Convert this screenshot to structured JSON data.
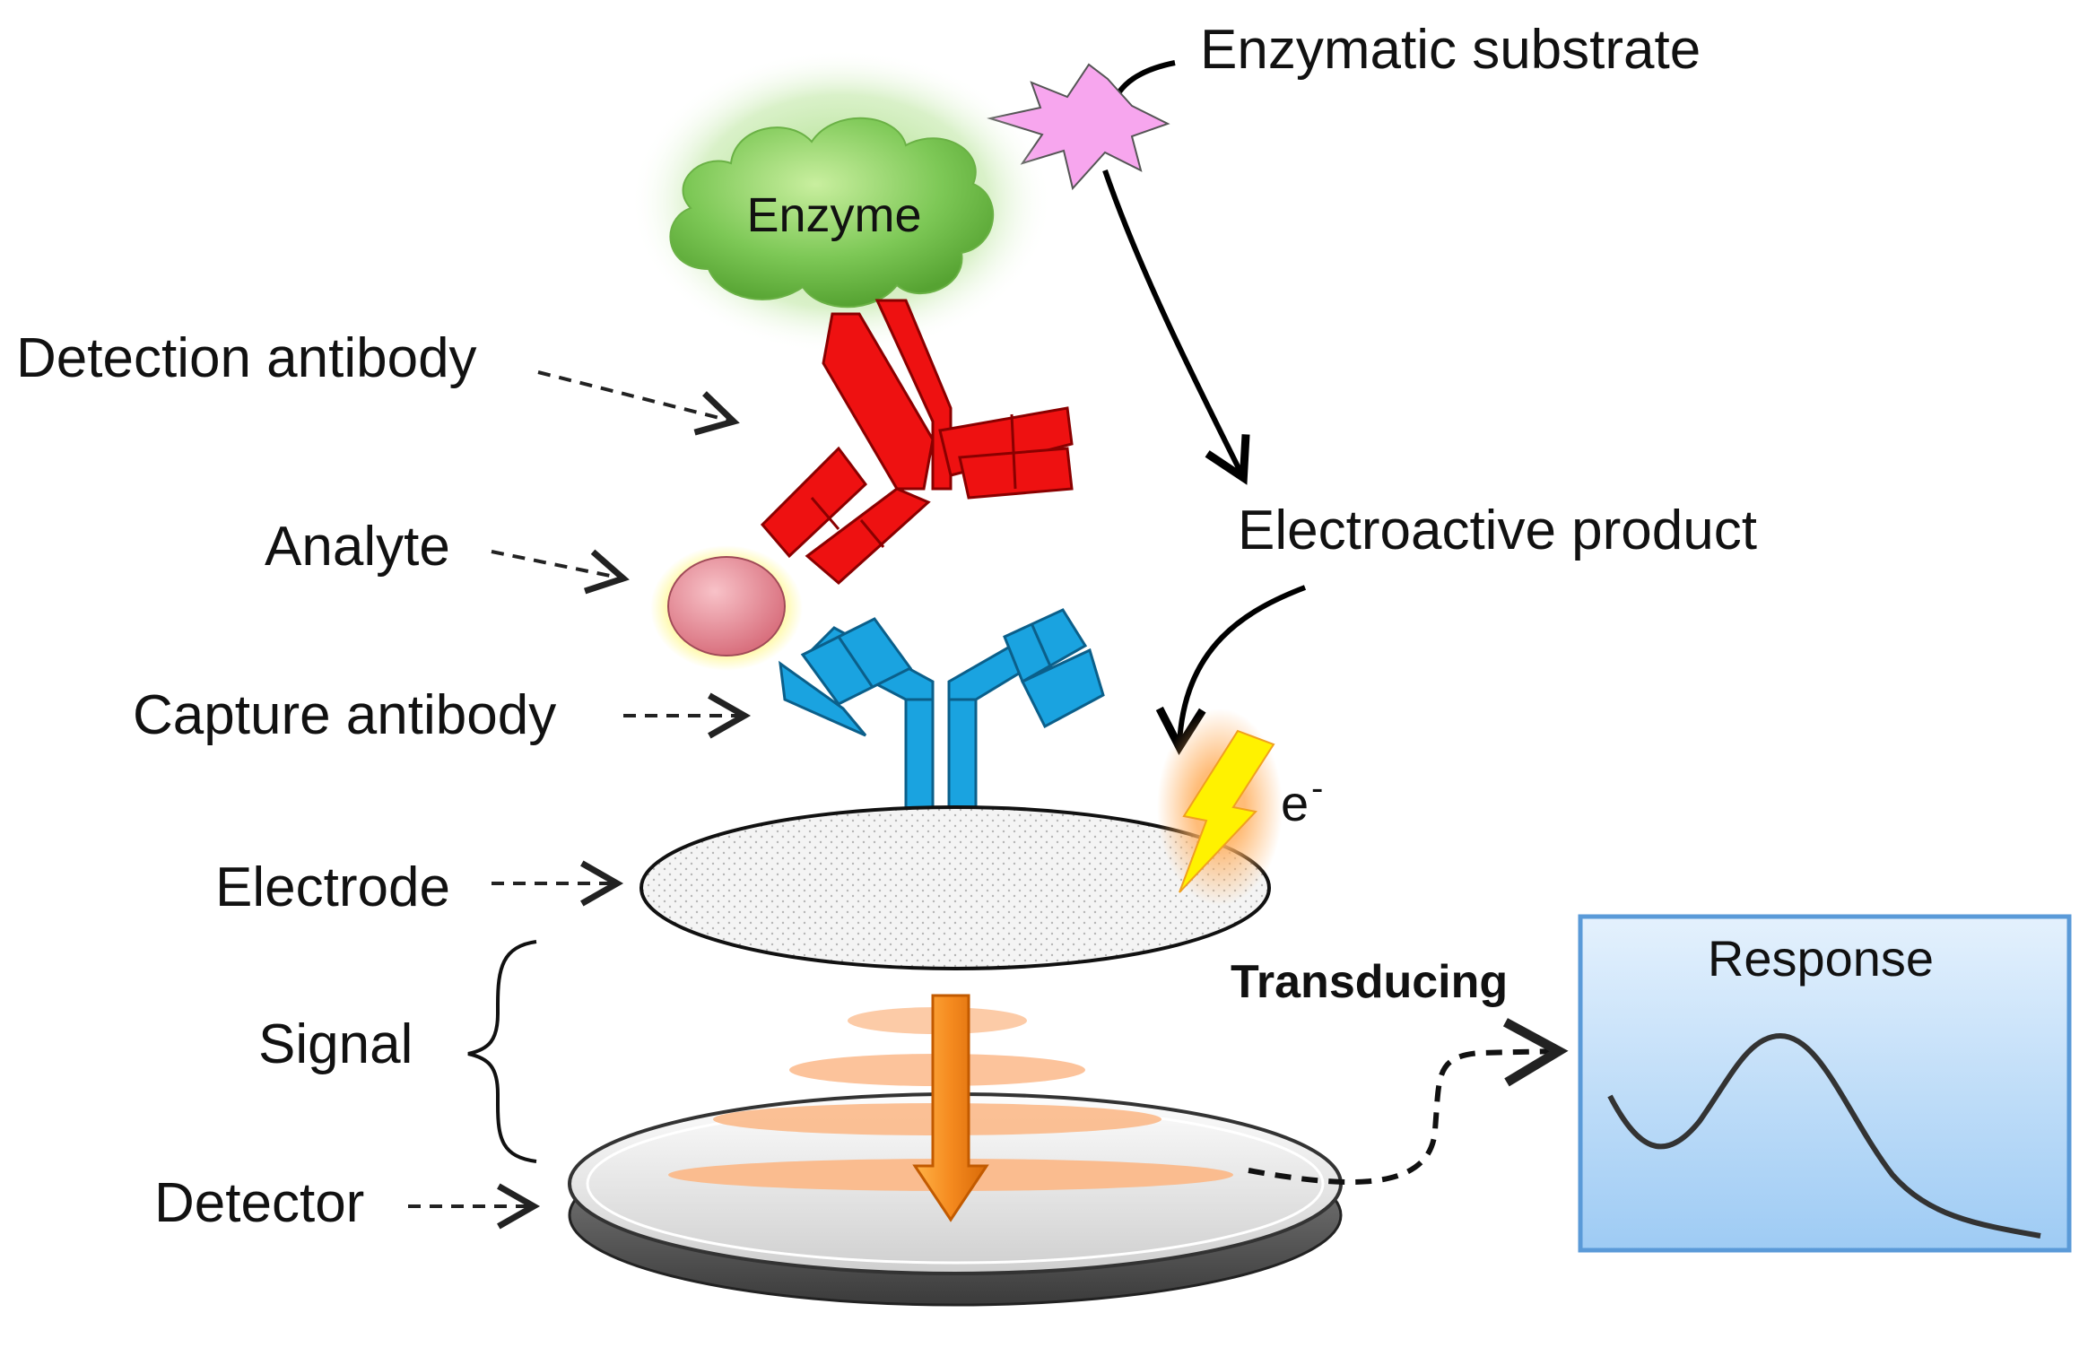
{
  "labels": {
    "enzymatic_substrate": "Enzymatic substrate",
    "enzyme": "Enzyme",
    "detection_antibody": "Detection antibody",
    "analyte": "Analyte",
    "capture_antibody": "Capture antibody",
    "electrode": "Electrode",
    "signal": "Signal",
    "detector": "Detector",
    "electroactive_product": "Electroactive product",
    "electron": "e",
    "electron_superscript": "-",
    "transducing": "Transducing",
    "response": "Response"
  },
  "colors": {
    "enzyme_green": "#7dc856",
    "detection_antibody_red": "#ee1111",
    "capture_antibody_blue": "#1aa3e0",
    "substrate_pink": "#f7a6ee",
    "analyte_pink": "#e88a98",
    "signal_orange": "#fbb98a",
    "arrow_orange": "#f58a1f",
    "bolt_yellow": "#fff200",
    "response_blue": "#a9d4f7"
  }
}
